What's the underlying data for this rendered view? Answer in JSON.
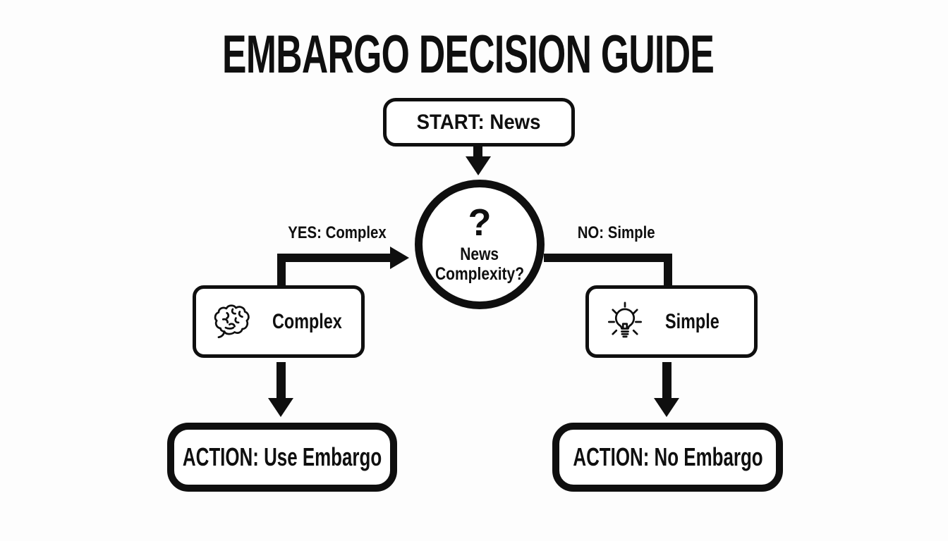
{
  "title": "EMBARGO DECISION GUIDE",
  "flow": {
    "start": {
      "label": "START: News"
    },
    "decision": {
      "symbol": "?",
      "line1": "News",
      "line2": "Complexity?"
    },
    "yes_branch": {
      "label": "YES: Complex",
      "node_label": "Complex",
      "icon": "brain-icon",
      "action_label": "ACTION: Use Embargo"
    },
    "no_branch": {
      "label": "NO: Simple",
      "node_label": "Simple",
      "icon": "lightbulb-icon",
      "action_label": "ACTION: No Embargo"
    }
  },
  "colors": {
    "ink": "#0f0f0f",
    "background": "#fdfdfd"
  }
}
